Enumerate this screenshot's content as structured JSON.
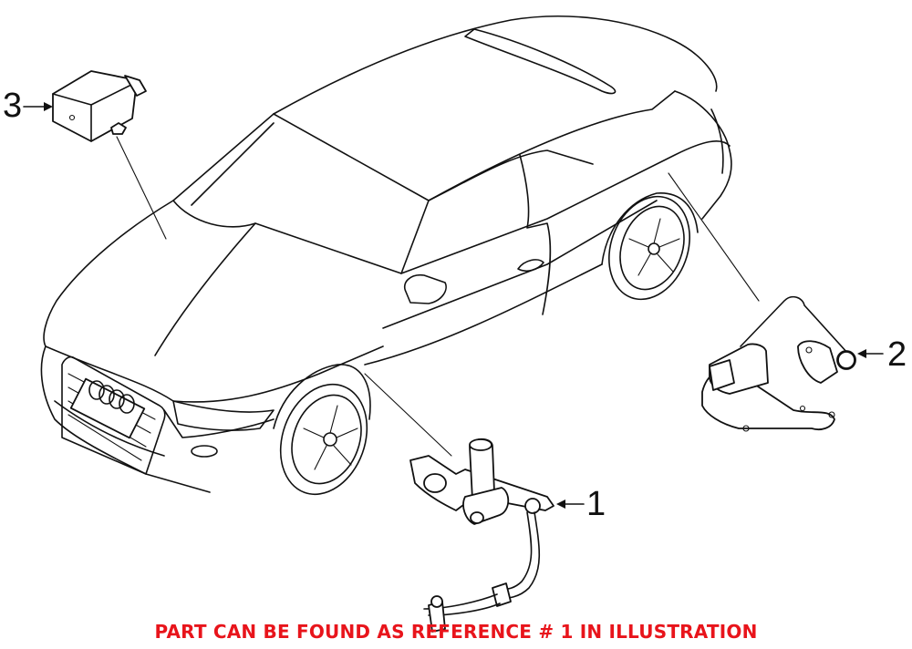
{
  "diagram": {
    "subject": "Convertible car with headlight level sensor parts",
    "callouts": [
      {
        "number": "1",
        "part": "front-ride-height-sensor"
      },
      {
        "number": "2",
        "part": "rear-ride-height-sensor"
      },
      {
        "number": "3",
        "part": "headlight-range-control-module"
      }
    ],
    "grille_badge": "four-rings-logo"
  },
  "footer": {
    "note": "PART CAN BE FOUND AS REFERENCE # 1 IN ILLUSTRATION",
    "note_color": "#e8141b"
  },
  "colors": {
    "line": "#111111",
    "background": "#ffffff"
  }
}
